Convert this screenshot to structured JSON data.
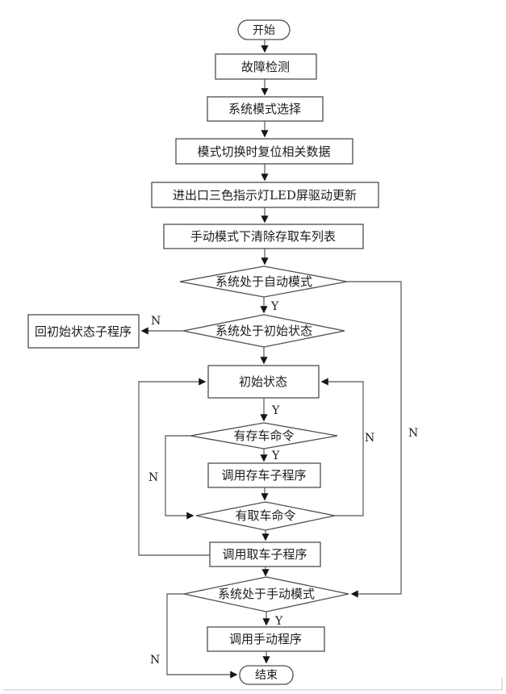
{
  "nodes": {
    "start": "开始",
    "fault_detect": "故障检测",
    "mode_select": "系统模式选择",
    "reset_data": "模式切换时复位相关数据",
    "led_update": "进出口三色指示灯LED屏驱动更新",
    "clear_list": "手动模式下清除存取车列表",
    "auto_mode": "系统处于自动模式",
    "init_check": "系统处于初始状态",
    "return_init": "回初始状态子程序",
    "init_state": "初始状态",
    "store_cmd": "有存车命令",
    "call_store": "调用存车子程序",
    "fetch_cmd": "有取车命令",
    "call_fetch": "调用取车子程序",
    "manual_mode": "系统处于手动模式",
    "call_manual": "调用手动程序",
    "end": "结束"
  },
  "branch_labels": {
    "yes": "Y",
    "no": "N"
  },
  "edges": [
    {
      "from": "start",
      "to": "fault_detect",
      "label": ""
    },
    {
      "from": "fault_detect",
      "to": "mode_select",
      "label": ""
    },
    {
      "from": "mode_select",
      "to": "reset_data",
      "label": ""
    },
    {
      "from": "reset_data",
      "to": "led_update",
      "label": ""
    },
    {
      "from": "led_update",
      "to": "clear_list",
      "label": ""
    },
    {
      "from": "clear_list",
      "to": "auto_mode",
      "label": ""
    },
    {
      "from": "auto_mode",
      "to": "init_check",
      "label": "Y"
    },
    {
      "from": "auto_mode",
      "to": "manual_mode",
      "label": "N"
    },
    {
      "from": "init_check",
      "to": "return_init",
      "label": "N"
    },
    {
      "from": "init_check",
      "to": "init_state",
      "label": ""
    },
    {
      "from": "init_state",
      "to": "store_cmd",
      "label": "Y"
    },
    {
      "from": "store_cmd",
      "to": "call_store",
      "label": "Y"
    },
    {
      "from": "store_cmd",
      "to": "fetch_cmd",
      "label": "N"
    },
    {
      "from": "call_store",
      "to": "fetch_cmd",
      "label": ""
    },
    {
      "from": "fetch_cmd",
      "to": "call_fetch",
      "label": ""
    },
    {
      "from": "fetch_cmd",
      "to": "init_state",
      "label": "N"
    },
    {
      "from": "call_fetch",
      "to": "init_state",
      "label": ""
    },
    {
      "from": "call_fetch",
      "to": "manual_mode",
      "label": ""
    },
    {
      "from": "manual_mode",
      "to": "call_manual",
      "label": "Y"
    },
    {
      "from": "manual_mode",
      "to": "end",
      "label": "N"
    },
    {
      "from": "call_manual",
      "to": "end",
      "label": ""
    }
  ],
  "colors": {
    "background": "#ffffff",
    "node_border": "#4f4f4f",
    "connector": "#6e6e6e",
    "arrowhead": "#151515",
    "text": "#1c1c1c"
  }
}
